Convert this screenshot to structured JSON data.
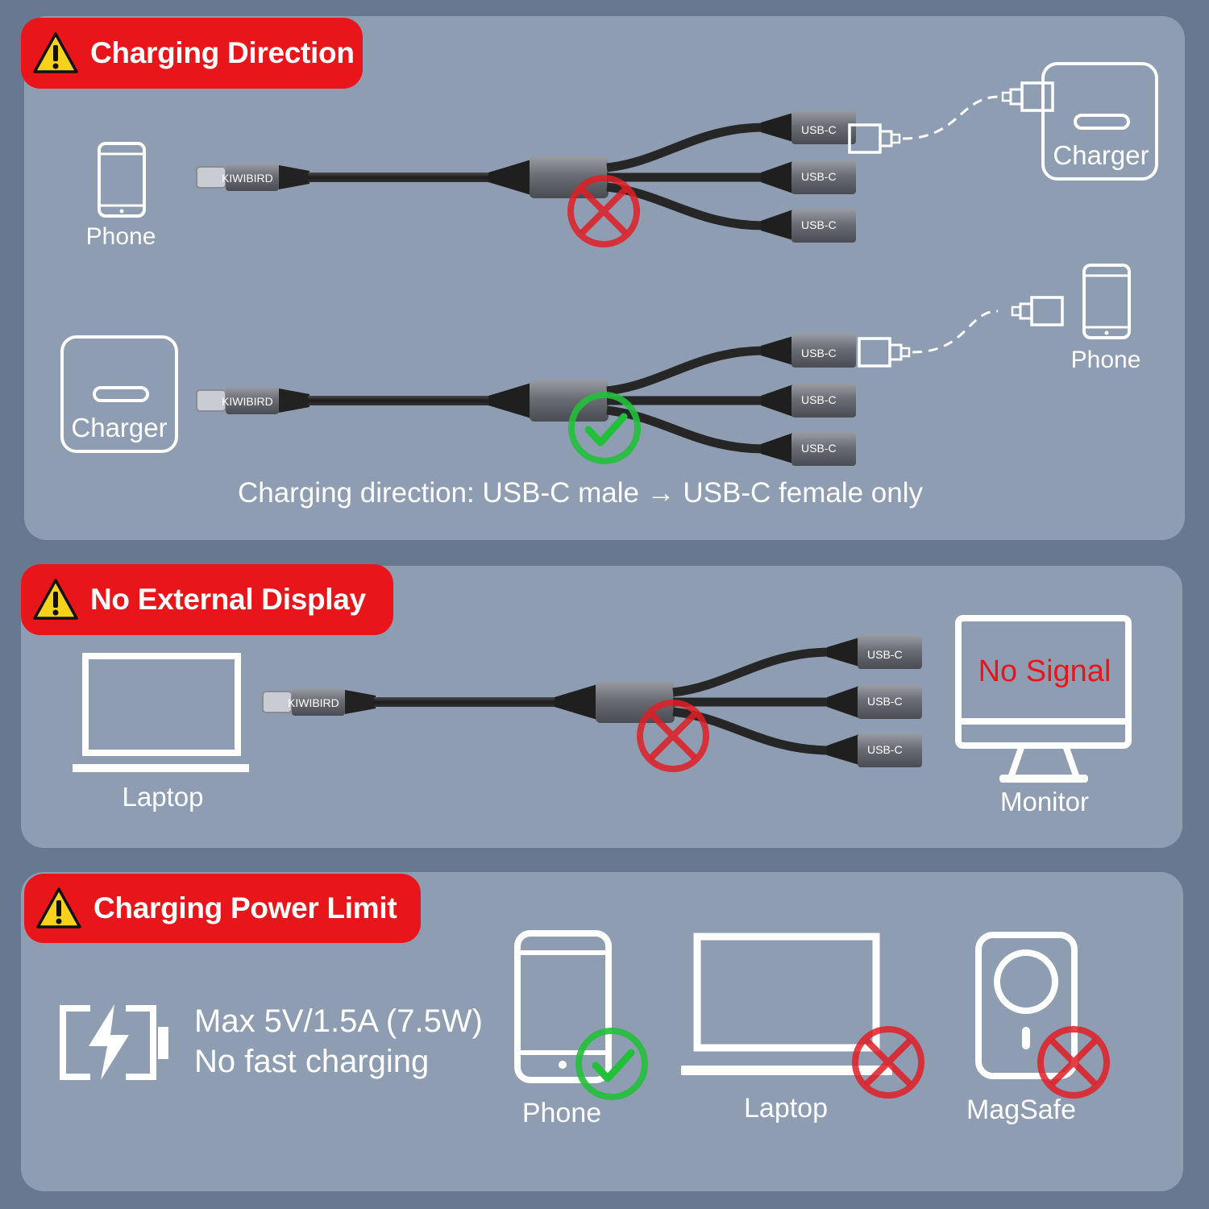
{
  "colors": {
    "background": "#687891",
    "panel": "#8e9db2",
    "ribbon": "#e8161b",
    "ok": "#22c03a",
    "bad": "#e01e24",
    "cable_metal": "#6e7078"
  },
  "icons": [
    "warning-icon",
    "phone-icon",
    "charger-icon",
    "laptop-icon",
    "monitor-icon",
    "battery-charging-icon",
    "magsafe-icon",
    "check-icon",
    "cross-icon",
    "usb-c-cable-icon"
  ],
  "sections": {
    "charging_direction": {
      "title": "Charging Direction",
      "wrong": {
        "source": "Phone",
        "target": "Charger",
        "status": "not-allowed"
      },
      "right": {
        "source": "Charger",
        "target": "Phone",
        "status": "allowed"
      },
      "caption": "Charging direction: USB-C male → USB-C female only"
    },
    "no_external_display": {
      "title": "No External Display",
      "source": "Laptop",
      "target": "Monitor",
      "monitor_text": "No Signal",
      "status": "not-allowed"
    },
    "charging_power_limit": {
      "title": "Charging Power Limit",
      "spec_line1": "Max 5V/1.5A (7.5W)",
      "spec_line2": "No fast charging",
      "devices": [
        {
          "label": "Phone",
          "status": "allowed"
        },
        {
          "label": "Laptop",
          "status": "not-allowed"
        },
        {
          "label": "MagSafe",
          "status": "not-allowed"
        }
      ]
    }
  },
  "cable": {
    "brand": "KIWIBIRD",
    "port_label": "USB-C"
  }
}
